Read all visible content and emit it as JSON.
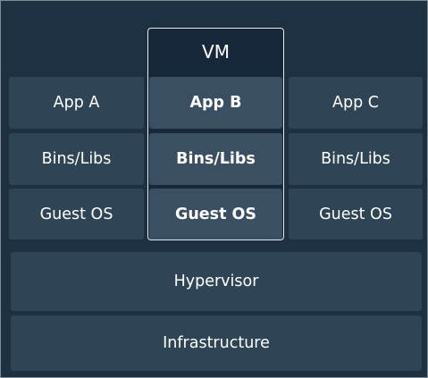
{
  "diagram": {
    "vm_label": "VM",
    "apps": [
      "App A",
      "App B",
      "App C"
    ],
    "bins": [
      "Bins/Libs",
      "Bins/Libs",
      "Bins/Libs"
    ],
    "guest_os": [
      "Guest OS",
      "Guest OS",
      "Guest OS"
    ],
    "hypervisor": "Hypervisor",
    "infrastructure": "Infrastructure"
  },
  "colors": {
    "background": "#1e3142",
    "cell": "#2f4556",
    "vm_cell": "#3a4f61",
    "vm_outline": "#e6ebef",
    "text": "#ffffff"
  }
}
